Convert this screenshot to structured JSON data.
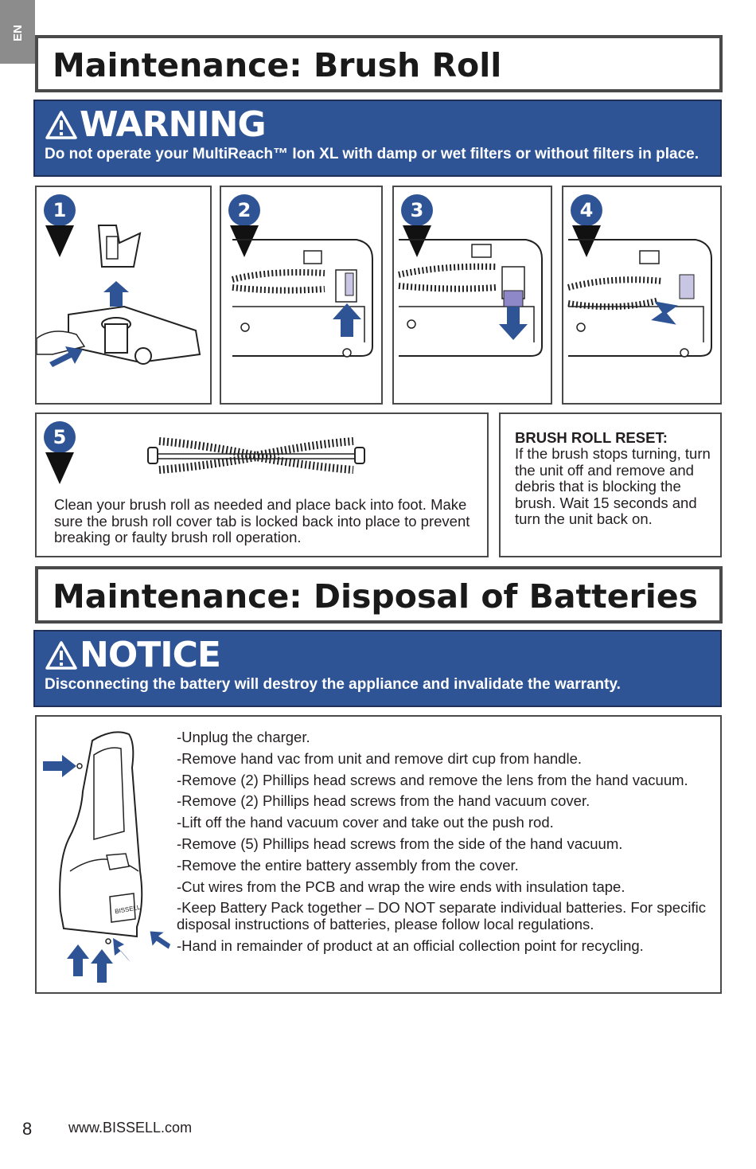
{
  "lang_tab": "EN",
  "section1": {
    "title": "Maintenance: Brush Roll"
  },
  "warning": {
    "heading": "WARNING",
    "icon": "warning-triangle-icon",
    "message": "Do not operate your MultiReach™ Ion XL with damp or wet filters or without filters in place."
  },
  "steps": [
    {
      "num": "1"
    },
    {
      "num": "2"
    },
    {
      "num": "3"
    },
    {
      "num": "4"
    },
    {
      "num": "5"
    }
  ],
  "step5": {
    "text": "Clean your brush roll as needed and place back into foot. Make sure the brush roll cover tab is locked back into place to prevent breaking or faulty brush roll operation."
  },
  "reset": {
    "title": "BRUSH ROLL RESET:",
    "text": "If the brush stops turning, turn the unit off and remove and debris that is blocking the brush. Wait 15 seconds and turn the unit back on."
  },
  "section2": {
    "title": "Maintenance: Disposal of Batteries"
  },
  "notice": {
    "heading": "NOTICE",
    "icon": "warning-triangle-icon",
    "message": "Disconnecting the battery will destroy the appliance and invalidate the warranty."
  },
  "battery_steps": [
    "-Unplug the charger.",
    "-Remove hand vac from unit and remove dirt cup from handle.",
    "-Remove (2) Phillips head screws and remove the lens from the hand vacuum.",
    "-Remove (2) Phillips head screws from the hand vacuum cover.",
    "-Lift off the hand vacuum cover and take out the push rod.",
    "-Remove (5) Phillips head screws from the side of the hand vacuum.",
    "-Remove the entire battery assembly from the cover.",
    "-Cut wires from the PCB and wrap the wire ends with insulation tape.",
    "-Keep Battery Pack together – DO NOT separate individual batteries. For specific disposal instructions of batteries, please follow local regulations.",
    "-Hand in remainder of product at an official collection point for recycling."
  ],
  "illustration_text": {
    "hand_vac_logo": "BISSELL"
  },
  "footer": {
    "page_number": "8",
    "url": "www.BISSELL.com"
  },
  "colors": {
    "banner_blue": "#2f5496",
    "border_gray": "#4a4a4a",
    "tab_gray": "#8c8c8c"
  }
}
